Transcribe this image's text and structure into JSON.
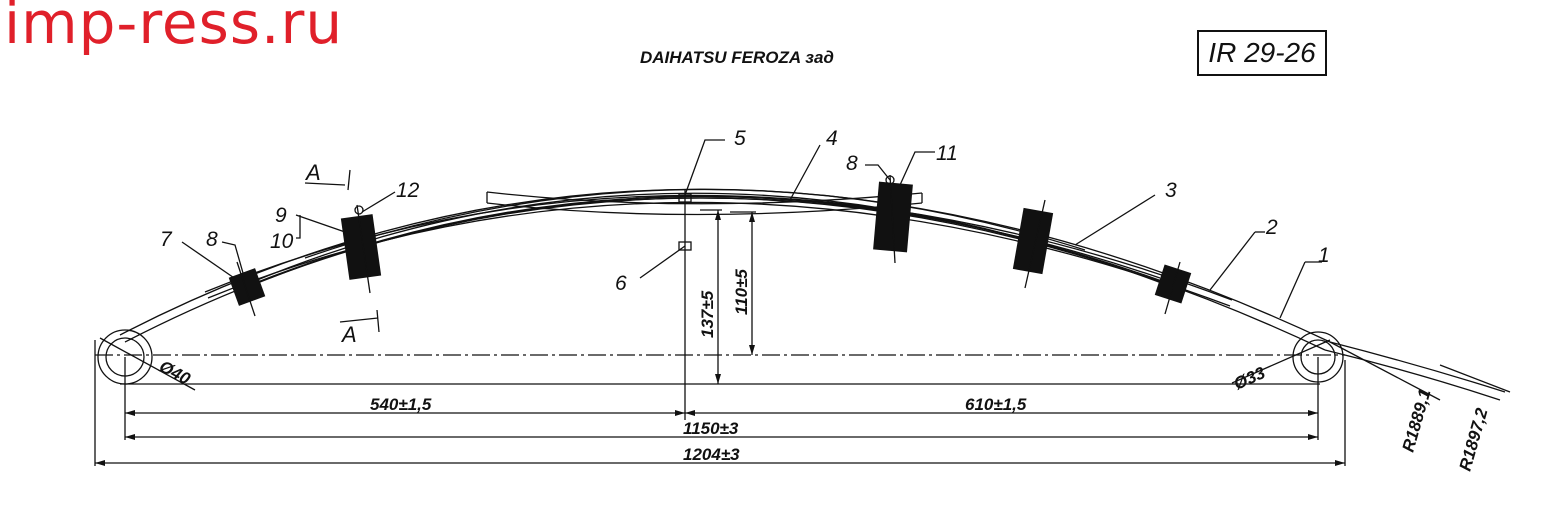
{
  "header": {
    "brand": "imp-ress.ru",
    "title": "DAIHATSU FEROZA зад",
    "part_number": "IR 29-26"
  },
  "callouts": [
    "1",
    "2",
    "3",
    "4",
    "5",
    "6",
    "7",
    "8",
    "8",
    "9",
    "10",
    "11",
    "12"
  ],
  "section_marks": [
    "A",
    "A"
  ],
  "dimensions": {
    "left_span": "540±1,5",
    "right_span": "610±1,5",
    "eye_span": "1150±3",
    "overall": "1204±3",
    "arch_height_1": "137±5",
    "arch_height_2": "110±5",
    "left_eye_dia": "Ø40",
    "right_eye_dia": "Ø33",
    "radius_1": "R1889,1",
    "radius_2": "R1897,2"
  },
  "colors": {
    "brand": "#e0202a",
    "line": "#111111"
  }
}
